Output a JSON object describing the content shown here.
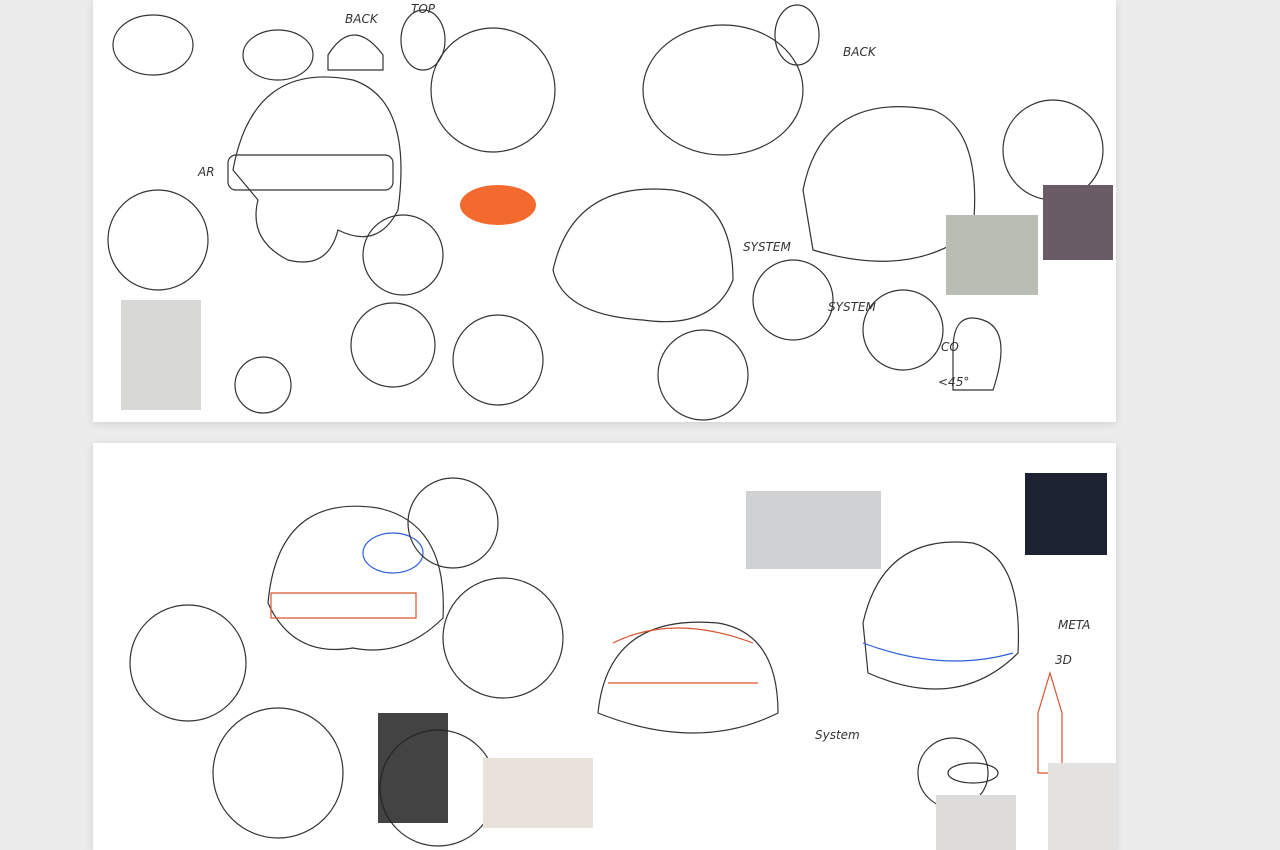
{
  "sheet1": {
    "labels": {
      "ar": "AR",
      "back1": "BACK",
      "top": "TOP",
      "back2": "BACK",
      "system1": "SYSTEM",
      "system2": "SYSTEM",
      "co": "CO",
      "angle": "<45°"
    }
  },
  "sheet2": {
    "labels": {
      "meta": "META",
      "three_d": "3D",
      "system": "System"
    }
  },
  "colors": {
    "background": "#ececec",
    "panel": "#ffffff",
    "pencil": "#333333",
    "red_pencil": "#d9532f",
    "blue_pencil": "#2f5fd9",
    "orange_helmet": "#f26a2e"
  }
}
